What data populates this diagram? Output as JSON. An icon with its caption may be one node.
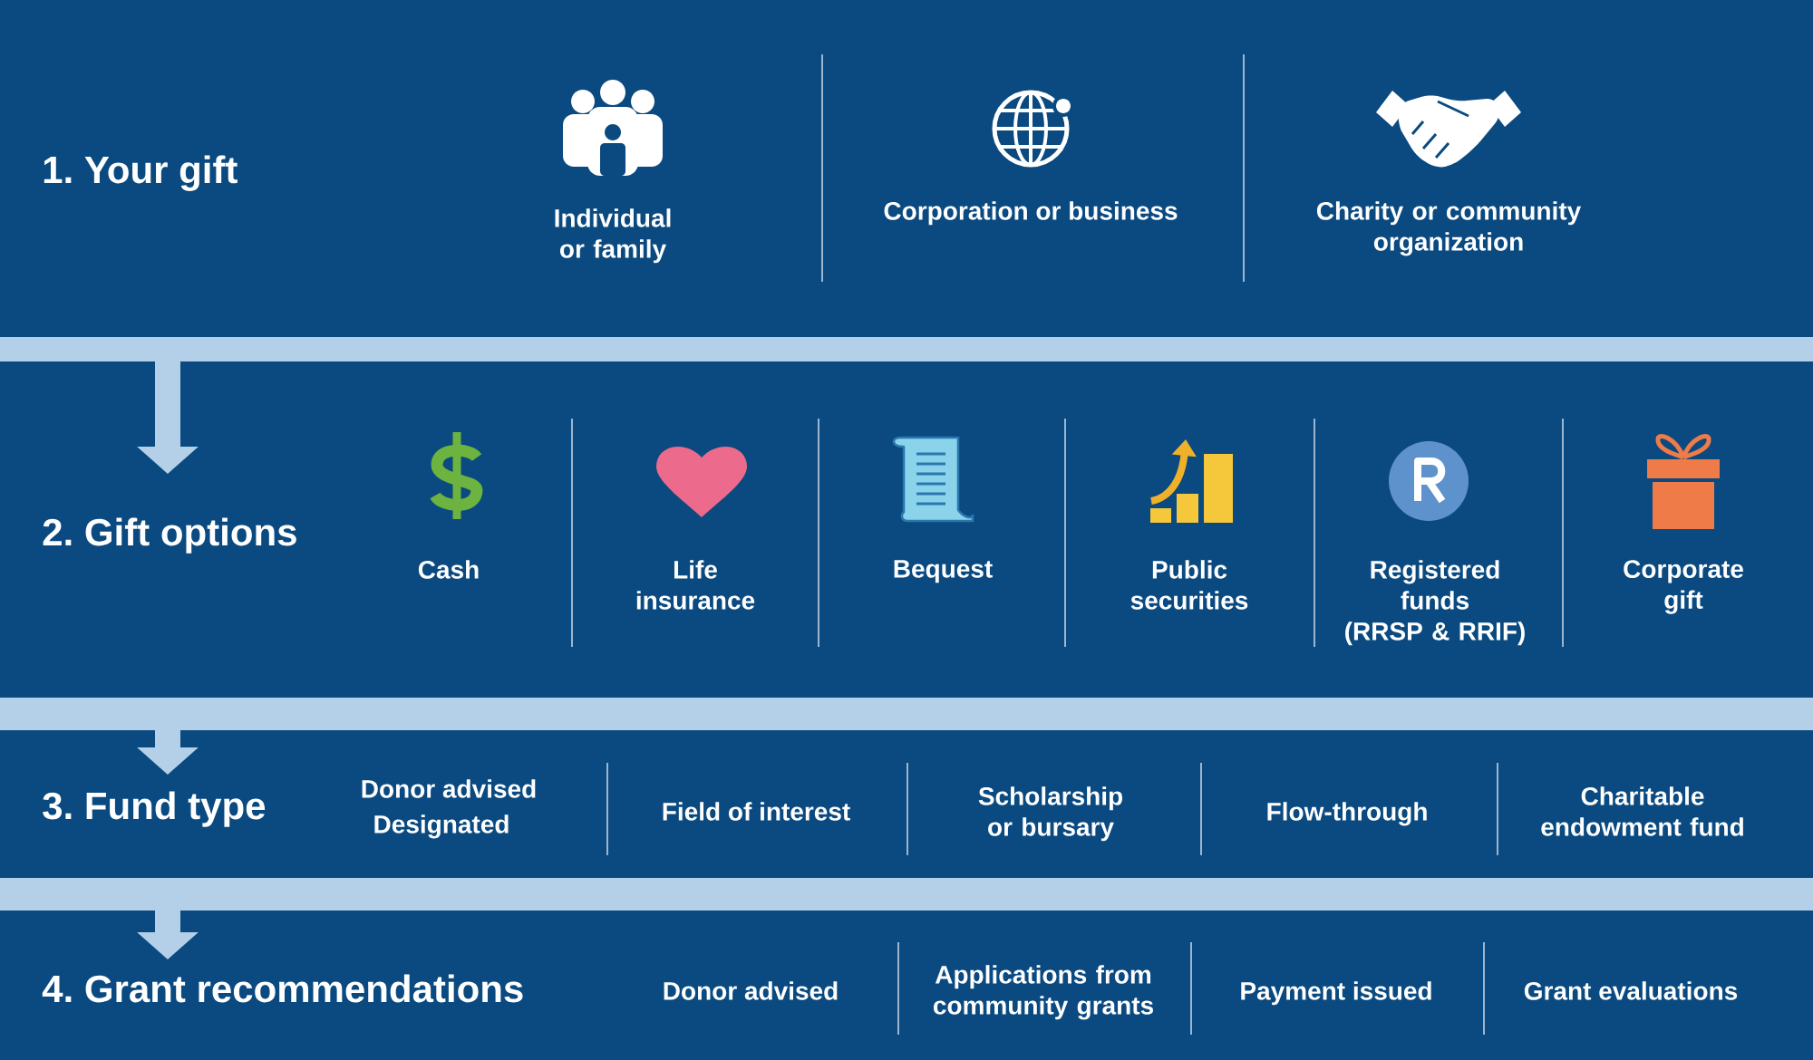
{
  "diagram": {
    "nodes": [
      {
        "text": [
          "1. Your gift",
          "Individual or family",
          "Corporation or business",
          "Charity or community organization"
        ]
      },
      {
        "text": [],
        "shape": "bar"
      },
      {
        "text": [
          "2. Gift options",
          "Cash",
          "Life insurance",
          "Bequest",
          "Public securities",
          "Registered funds (RRSP & RRIF)",
          "Corporate gift"
        ]
      },
      {
        "text": [],
        "shape": "bar"
      },
      {
        "text": [
          "3. Fund type",
          "Donor advised",
          "Designated",
          "Field of interest",
          "Scholarship or bursary",
          "Flow-through",
          "Charitable endowment fund"
        ]
      },
      {
        "text": [],
        "shape": "bar"
      },
      {
        "text": [
          "4. Grant recommendations",
          "Donor advised",
          "Applications from community grants",
          "Payment issued",
          "Grant evaluations"
        ]
      }
    ],
    "edges": [
      {
        "from": 1,
        "to": 2,
        "arrow": "to"
      },
      {
        "from": 3,
        "to": 4,
        "arrow": "to"
      },
      {
        "from": 5,
        "to": 6,
        "arrow": "to"
      }
    ]
  }
}
